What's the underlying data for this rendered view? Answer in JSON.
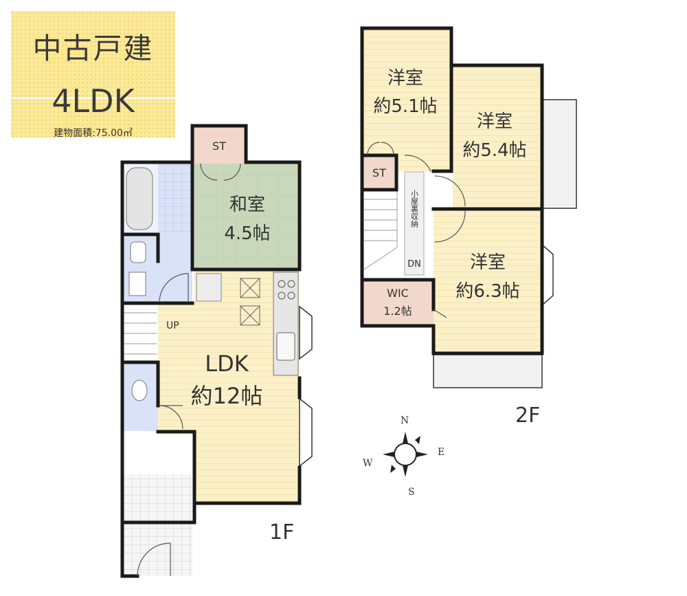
{
  "badge": {
    "property_type": "中古戸建",
    "layout_type": "4LDK",
    "floor_area": "建物面積:75.00㎡"
  },
  "floor1": {
    "label": "1F",
    "rooms": {
      "ldk_name": "LDK",
      "ldk_size": "約12帖",
      "washitsu_name": "和室",
      "washitsu_size": "4.5帖",
      "st": "ST",
      "up": "UP"
    }
  },
  "floor2": {
    "label": "2F",
    "rooms": {
      "room_a_name": "洋室",
      "room_a_size": "約5.1帖",
      "room_b_name": "洋室",
      "room_b_size": "約5.4帖",
      "room_c_name": "洋室",
      "room_c_size": "約6.3帖",
      "st": "ST",
      "wic_name": "WIC",
      "wic_size": "1.2帖",
      "attic": "小屋裏収納",
      "dn": "DN"
    }
  },
  "compass": {
    "n": "N",
    "e": "E",
    "s": "S",
    "w": "W"
  },
  "colors": {
    "wall": "#1a1a1a",
    "western_room": "#fbf0c8",
    "washitsu": "#c9d8ba",
    "storage": "#f2d8cc",
    "wet_area": "#d9e2f7",
    "balcony": "#eeeeee",
    "badge": "#fbe99a"
  }
}
